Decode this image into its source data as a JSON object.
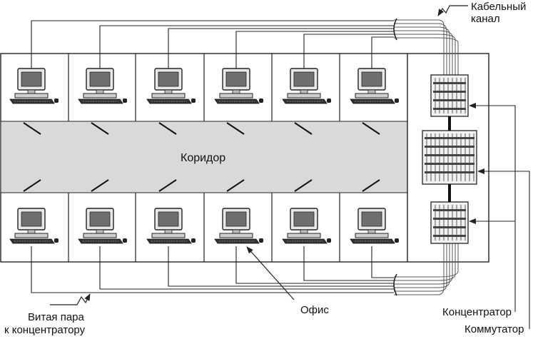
{
  "labels": {
    "cable_channel_line1": "Кабельный",
    "cable_channel_line2": "канал",
    "corridor": "Коридор",
    "office": "Офис",
    "twisted_pair_line1": "Витая пара",
    "twisted_pair_line2": "к концентратору",
    "hub": "Концентратор",
    "switch": "Коммутатор"
  },
  "layout": {
    "offices_top_row": 6,
    "offices_bottom_row": 6,
    "devices": [
      "hub-top",
      "switch",
      "hub-bottom"
    ]
  },
  "colors": {
    "line": "#222222",
    "corridor_fill": "#d9d9d9",
    "room_fill": "#ffffff"
  }
}
